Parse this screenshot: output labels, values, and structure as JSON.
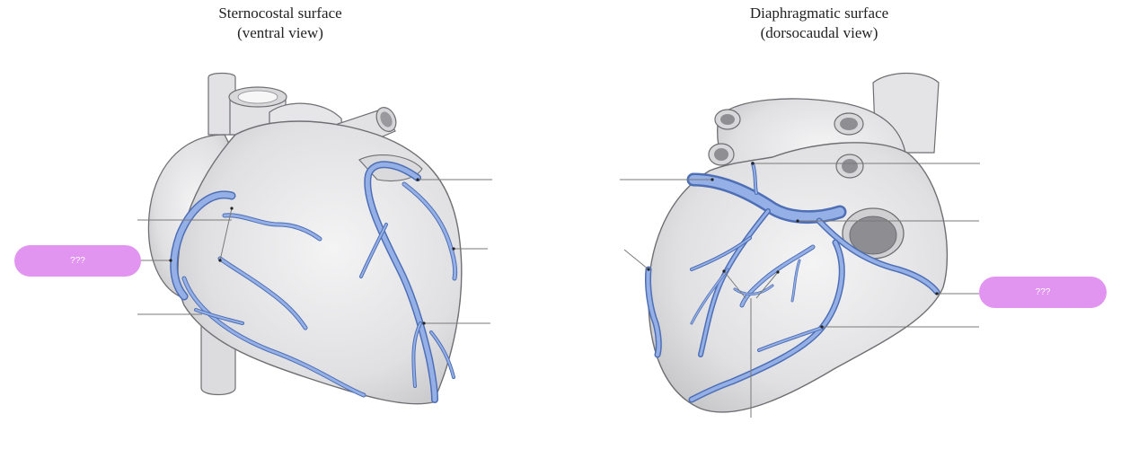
{
  "panels": {
    "left": {
      "title_line1": "Sternocostal surface",
      "title_line2": "(ventral view)"
    },
    "right": {
      "title_line1": "Diaphragmatic surface",
      "title_line2": "(dorsocaudal view)"
    }
  },
  "answer_boxes": {
    "left": "???",
    "right": "???"
  },
  "colors": {
    "vessel": "#7f9fdc",
    "vessel_stroke": "#4e6fb5",
    "heart_fill": "#e4e4e6",
    "heart_stroke": "#6f6f73",
    "pill": "#e294f1",
    "leader": "#7a7a7a"
  }
}
